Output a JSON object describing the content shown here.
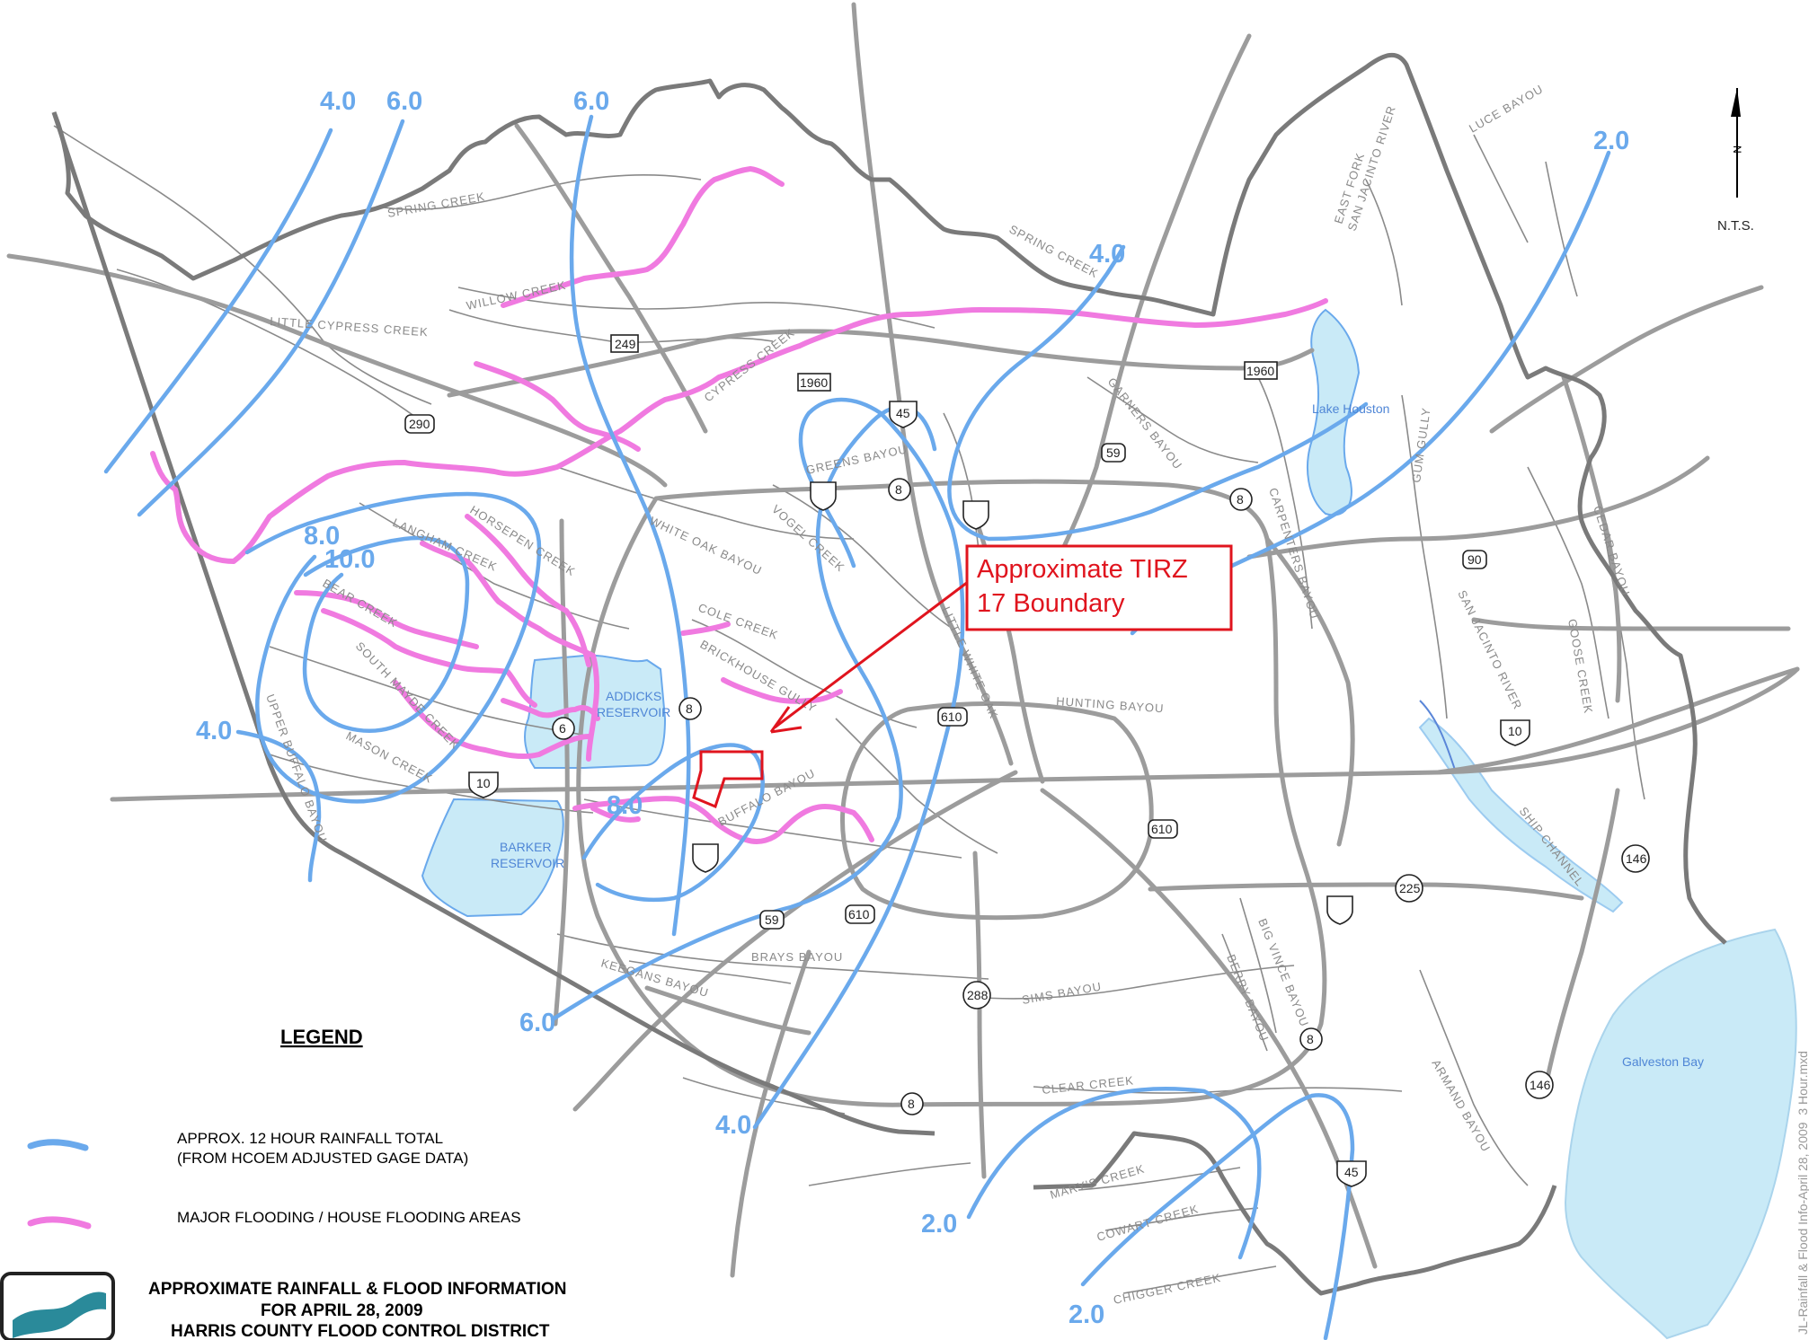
{
  "map": {
    "north_arrow": {
      "letter": "N",
      "scale_note": "N.T.S."
    },
    "callout": {
      "line1": "Approximate TIRZ",
      "line2": "17 Boundary"
    },
    "contour_labels": {
      "c1": "4.0",
      "c2": "6.0",
      "c3": "6.0",
      "c4": "2.0",
      "c5": "4.0",
      "c6": "8.0",
      "c7": "10.0",
      "c8": "4.0",
      "c9": "8.0",
      "c10": "6.0",
      "c11": "4.0",
      "c12": "2.0",
      "c13": "2.0"
    },
    "creeks": {
      "spring_creek_w": "SPRING CREEK",
      "spring_creek_e": "SPRING CREEK",
      "willow_creek": "WILLOW CREEK",
      "little_cypress_creek": "LITTLE CYPRESS CREEK",
      "cypress_creek": "CYPRESS CREEK",
      "luce_bayou": "LUCE BAYOU",
      "east_fork_1": "EAST FORK",
      "east_fork_2": "SAN JACINTO RIVER",
      "garners_bayou": "GARNERS BAYOU",
      "greens_bayou": "GREENS BAYOU",
      "gum_gully": "GUM GULLY",
      "langham_creek": "LANGHAM CREEK",
      "horsepen_creek": "HORSEPEN CREEK",
      "white_oak_bayou": "WHITE OAK BAYOU",
      "vogel_creek": "VOGEL CREEK",
      "carpenters_bayou": "CARPENTERS BAYOU",
      "cedar_bayou": "CEDAR BAYOU",
      "bear_creek": "BEAR CREEK",
      "cole_creek": "COLE CREEK",
      "little_white_oak": "LITTLE WHITE OAK",
      "south_mayde_creek": "SOUTH MAYDE CREEK",
      "brickhouse_gully": "BRICKHOUSE GULLY",
      "san_jacinto_river": "SAN JACINTO RIVER",
      "goose_creek": "GOOSE CREEK",
      "hunting_bayou": "HUNTING BAYOU",
      "upper_buffalo_bayou": "UPPER BUFFALO BAYOU",
      "mason_creek": "MASON CREEK",
      "buffalo_bayou": "BUFFALO BAYOU",
      "ship_channel": "SHIP CHANNEL",
      "brays_bayou": "BRAYS BAYOU",
      "keegans_bayou": "KEEGANS BAYOU",
      "sims_bayou": "SIMS BAYOU",
      "big_vince_bayou": "BIG VINCE BAYOU",
      "berry_bayou": "BERRY BAYOU",
      "armand_bayou": "ARMAND BAYOU",
      "clear_creek": "CLEAR CREEK",
      "marys_creek": "MARY'S CREEK",
      "cowart_creek": "COWART CREEK",
      "chigger_creek": "CHIGGER CREEK"
    },
    "water_bodies": {
      "lake_houston": "Lake Houston",
      "addicks_1": "ADDICKS",
      "addicks_2": "RESERVOIR",
      "barker_1": "BARKER",
      "barker_2": "RESERVOIR",
      "galveston_bay": "Galveston Bay"
    },
    "road_shields": {
      "r249": "249",
      "r1960a": "1960",
      "r1960b": "1960",
      "r290": "290",
      "i45n": "45",
      "r59n": "59",
      "b8nw": "8",
      "b8ne": "8",
      "r90": "90",
      "b8w": "8",
      "r6": "6",
      "l610n": "610",
      "l610e": "610",
      "i10e": "10",
      "i10w": "10",
      "r146a": "146",
      "r225": "225",
      "r59s": "59",
      "l610s": "610",
      "r288": "288",
      "b8se": "8",
      "b8s": "8",
      "r146b": "146",
      "i45s": "45"
    }
  },
  "legend": {
    "title": "LEGEND",
    "rainfall_line1": "APPROX. 12 HOUR RAINFALL TOTAL",
    "rainfall_line2": "(FROM HCOEM ADJUSTED GAGE DATA)",
    "flooding": "MAJOR FLOODING / HOUSE FLOODING AREAS"
  },
  "footer": {
    "line1": "APPROXIMATE RAINFALL & FLOOD INFORMATION",
    "line2": "FOR APRIL 28, 2009",
    "line3": "HARRIS COUNTY FLOOD CONTROL DISTRICT"
  },
  "side_note": "JL-Rainfall & Flood Info-April 28, 2009_3 Hour.mxd",
  "colors": {
    "rainfall_contour": "#6aa9ec",
    "flooding": "#f07ae0",
    "county_boundary": "#7a7a7a",
    "road": "#9c9c9c",
    "creek": "#8a8a8a",
    "water_fill": "#c9eaf7",
    "tirz": "#e0141e"
  }
}
